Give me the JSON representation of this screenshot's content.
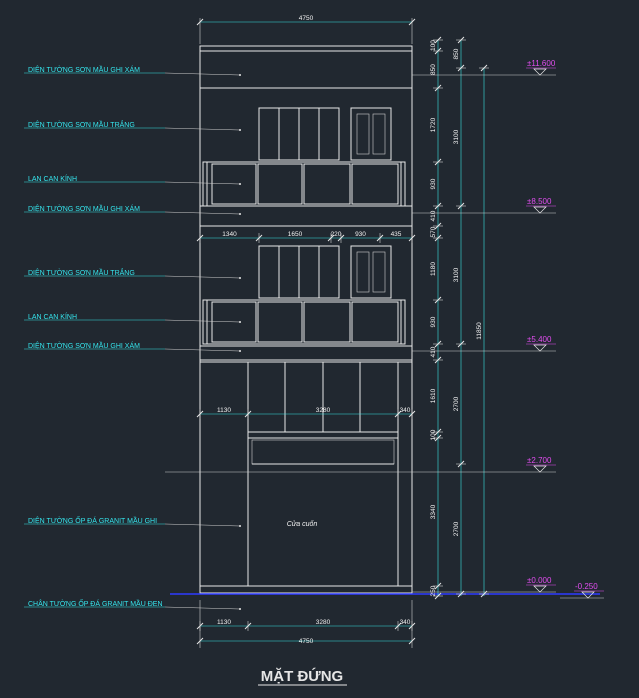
{
  "title": "MẶT ĐỨNG",
  "roller_door_label": "Cửa cuốn",
  "colors": {
    "background": "#212830",
    "leader_text": "#35e6ee",
    "level_text": "#e24df0",
    "ground_line": "#2d3bff",
    "lines": "#e8e8e8"
  },
  "leaders": [
    {
      "text": "DIỆN TƯỜNG SƠN MẦU GHI XÁM"
    },
    {
      "text": "DIỆN TƯỜNG SƠN MẦU TRẮNG"
    },
    {
      "text": "LAN CAN KÍNH"
    },
    {
      "text": "DIỆN TƯỜNG SƠN MẦU GHI XÁM"
    },
    {
      "text": "DIỆN TƯỜNG SƠN MẦU TRẮNG"
    },
    {
      "text": "LAN CAN KÍNH"
    },
    {
      "text": "DIỆN TƯỜNG SƠN MẦU GHI XÁM"
    },
    {
      "text": "DIỆN TƯỜNG ỐP ĐÁ GRANIT MẦU GHI"
    },
    {
      "text": "CHÂN TƯỜNG ỐP ĐÁ GRANIT MẦU ĐEN"
    }
  ],
  "levels": [
    "±11.600",
    "±8.500",
    "±5.400",
    "±2.700",
    "±0.000",
    "-0.250"
  ],
  "dims": {
    "top_width": "4750",
    "bottom_width": "4750",
    "row_3f": [
      "1340",
      "1650",
      "220",
      "930",
      "435"
    ],
    "row_1f_mid": [
      "1130",
      "3280",
      "340"
    ],
    "row_bottom": [
      "1130",
      "3280",
      "340"
    ],
    "right_col1": [
      "100",
      "850",
      "1720",
      "930",
      "410",
      "570",
      "1180",
      "930",
      "410",
      "1610",
      "100",
      "3340",
      "250"
    ],
    "right_col2": [
      "850",
      "3100",
      "3100",
      "2700",
      "2700"
    ],
    "right_col3": [
      "11850"
    ]
  }
}
